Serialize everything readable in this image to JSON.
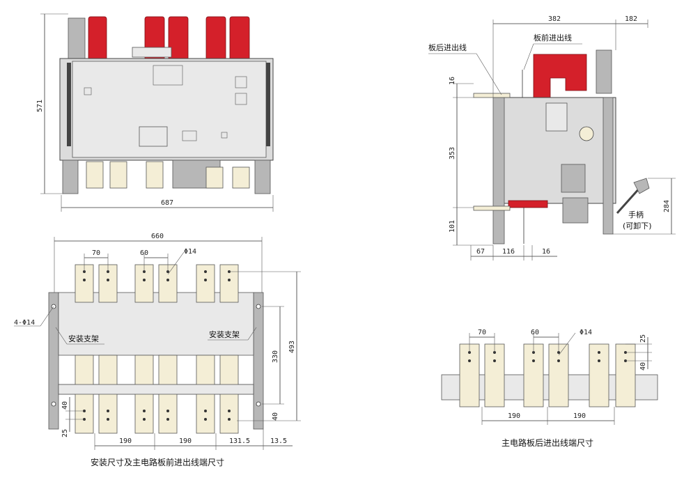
{
  "top_left_view": {
    "dim_height": "571",
    "dim_width": "687"
  },
  "top_right_view": {
    "dim_top_width": "382",
    "dim_top_right": "182",
    "label_rear_wiring": "板后进出线",
    "label_front_wiring": "板前进出线",
    "dim_16_top": "16",
    "dim_353": "353",
    "dim_101": "101",
    "dim_67": "67",
    "dim_116": "116",
    "dim_16_bottom": "16",
    "dim_284": "284",
    "label_handle": "手柄",
    "label_removable": "(可卸下)"
  },
  "bottom_left_view": {
    "dim_660": "660",
    "dim_70": "70",
    "dim_60": "60",
    "dim_phi14": "Φ14",
    "dim_4phi14": "4-Φ14",
    "label_bracket_left": "安装支架",
    "label_bracket_right": "安装支架",
    "dim_330": "330",
    "dim_493": "493",
    "dim_40_left": "40",
    "dim_25_left": "25",
    "dim_40_right": "40",
    "dim_190_a": "190",
    "dim_190_b": "190",
    "dim_131_5": "131.5",
    "dim_13_5": "13.5",
    "caption": "安装尺寸及主电路板前进出线端尺寸"
  },
  "bottom_right_view": {
    "dim_70": "70",
    "dim_60": "60",
    "dim_phi14": "Φ14",
    "dim_25": "25",
    "dim_40": "40",
    "dim_190_a": "190",
    "dim_190_b": "190",
    "caption": "主电路板后进出线端尺寸"
  }
}
